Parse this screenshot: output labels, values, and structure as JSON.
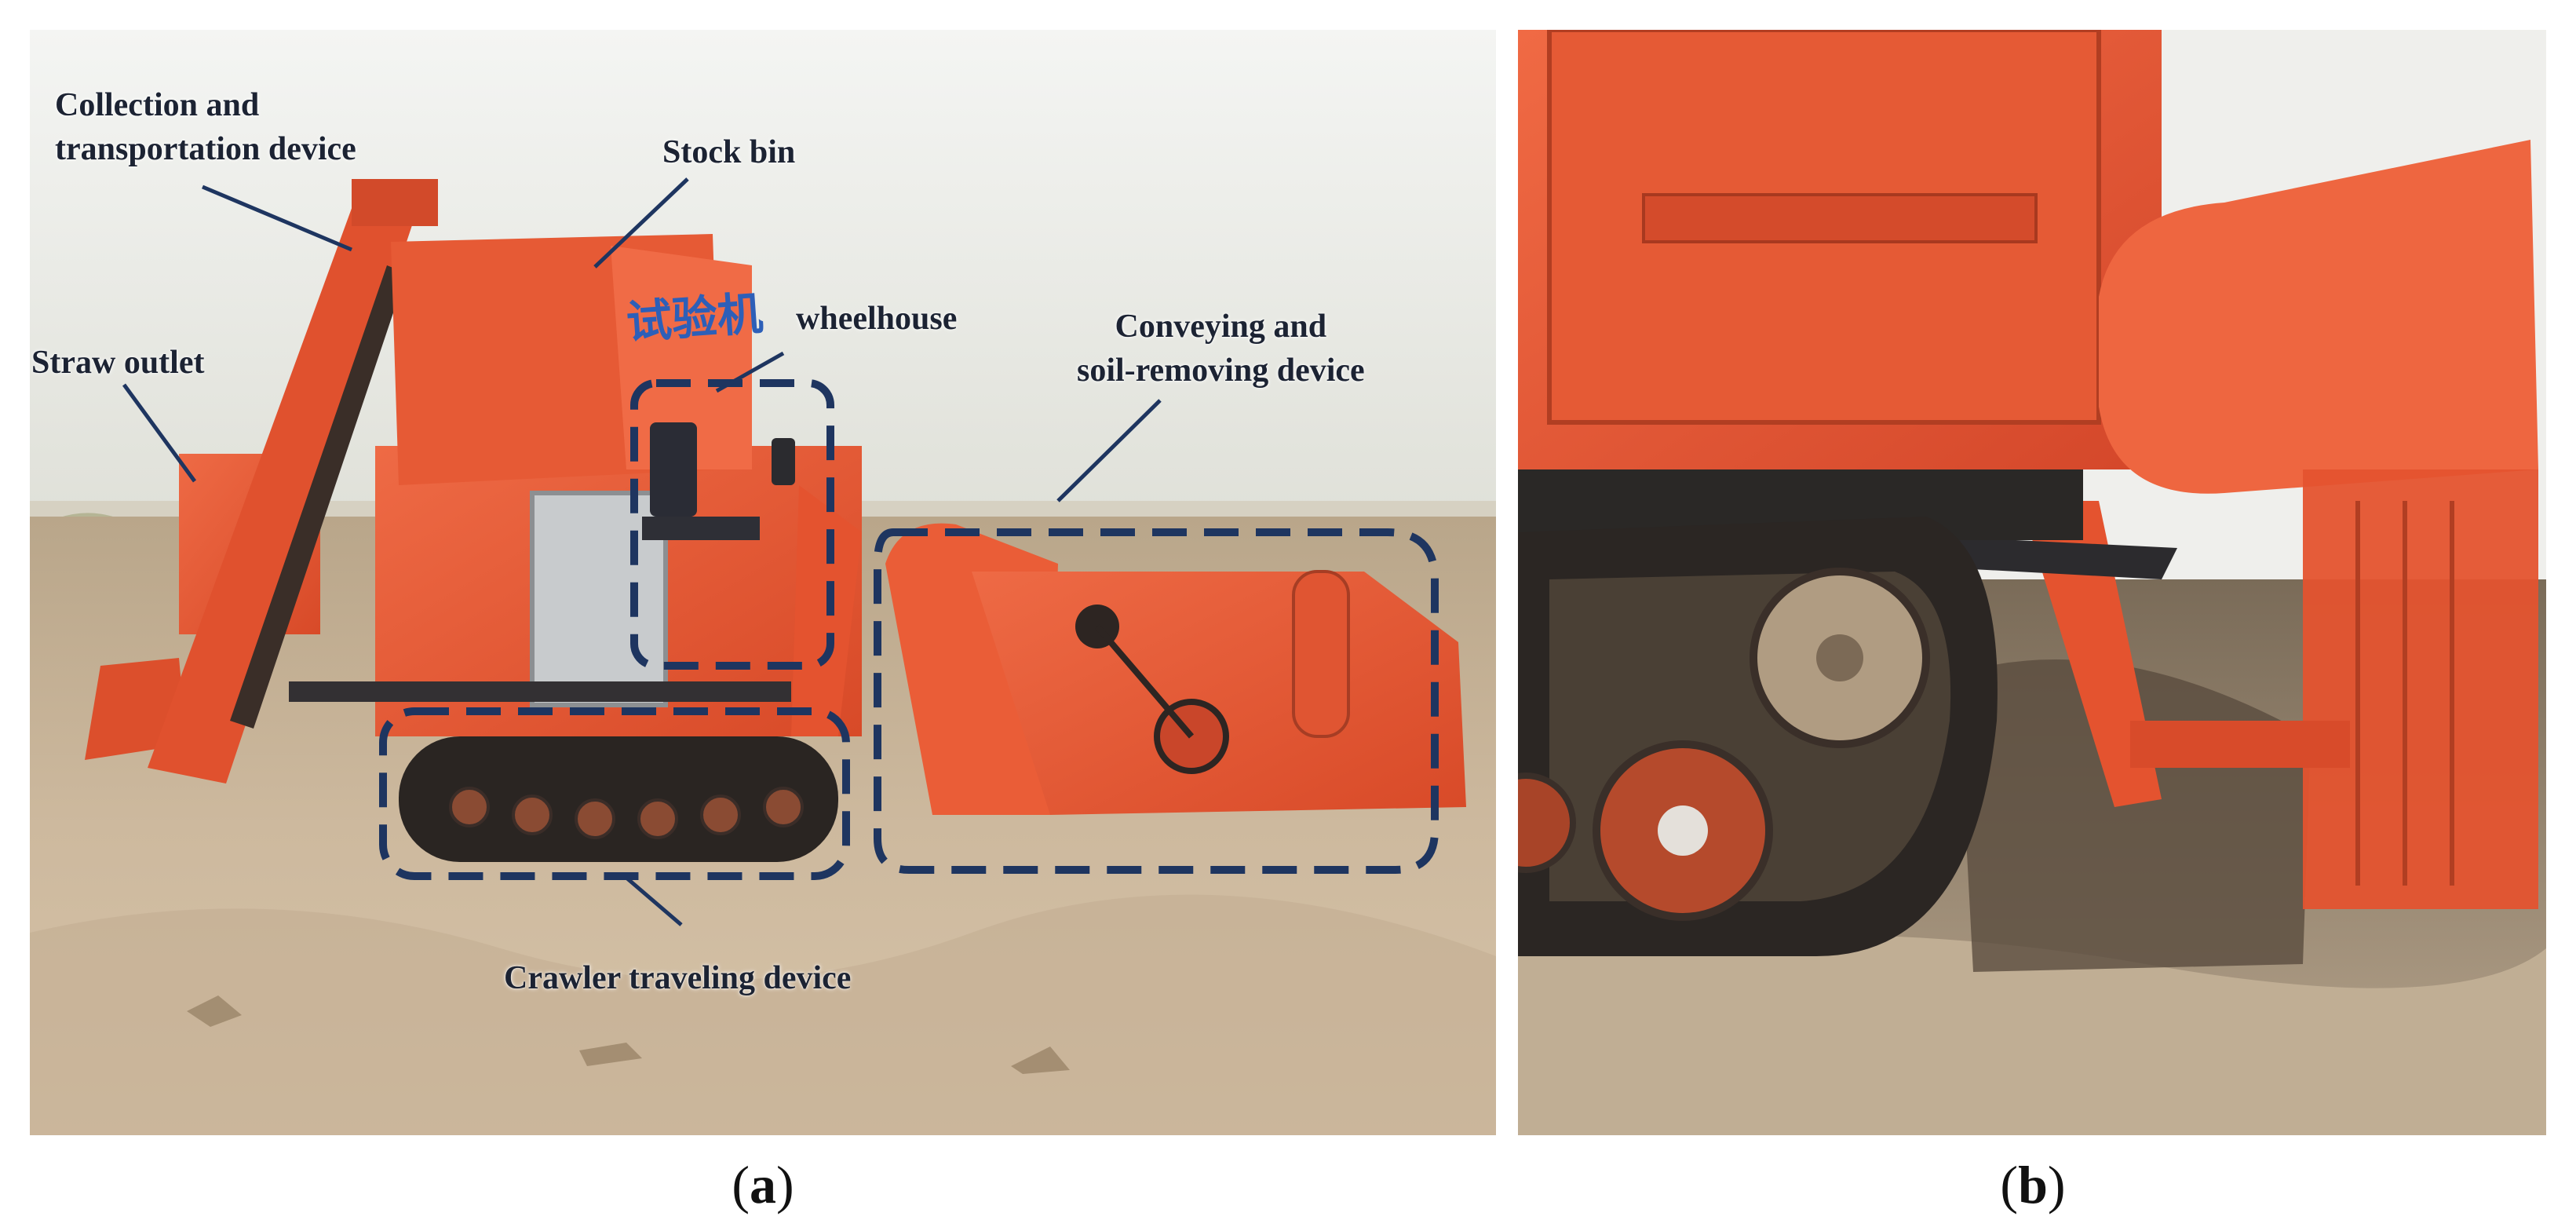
{
  "figure": {
    "panel_a": {
      "labels": {
        "collection": "Collection and\ntransportation device",
        "stock_bin": "Stock bin",
        "wheelhouse": "wheelhouse",
        "straw_outlet": "Straw outlet",
        "conveying": "Conveying and\nsoil-removing device",
        "crawler": "Crawler traveling device"
      },
      "machine_marking": "试验机",
      "caption": {
        "open": "(",
        "letter": "a",
        "close": ")"
      }
    },
    "panel_b": {
      "caption": {
        "open": "(",
        "letter": "b",
        "close": ")"
      }
    },
    "colors": {
      "machine_orange": "#e4532f",
      "machine_dark": "#b23a1f",
      "sand": "#c9b59a",
      "sky": "#eef0ee",
      "dashed_box": "#1e3560",
      "leader_line": "#1e3560",
      "track": "#2a2522"
    }
  }
}
